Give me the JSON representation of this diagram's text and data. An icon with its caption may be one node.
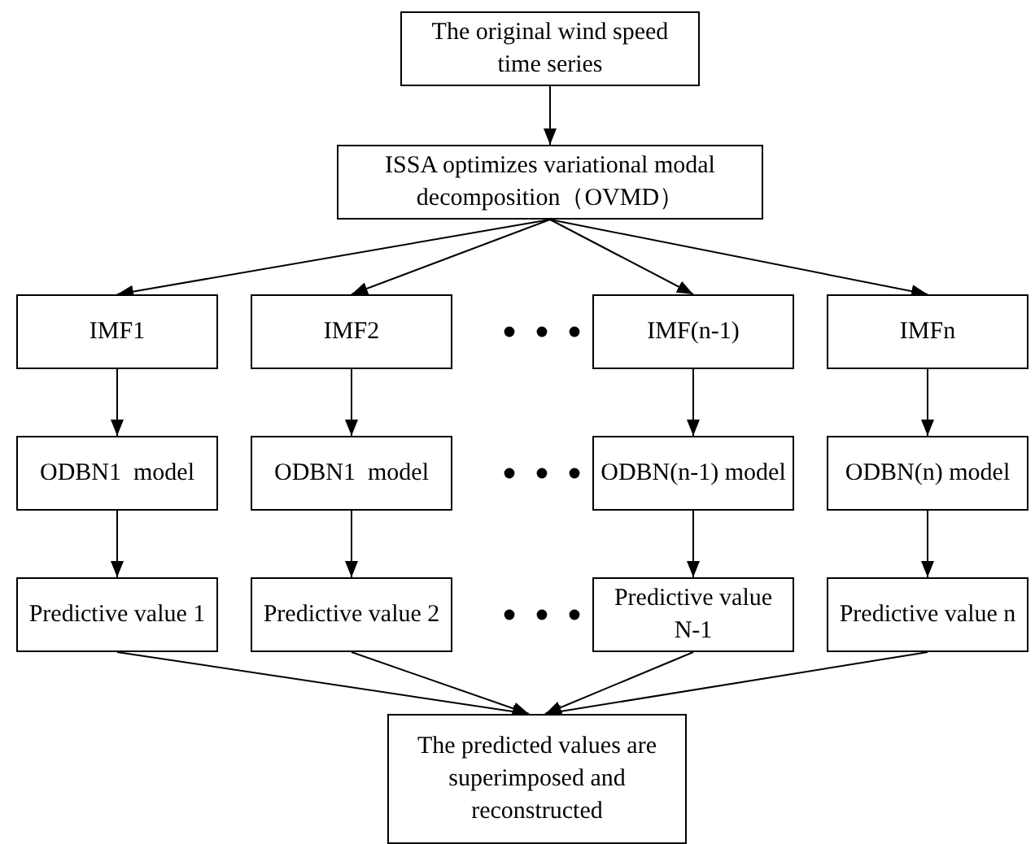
{
  "diagram": {
    "nodes": [
      {
        "text": [
          "The original wind speed time series"
        ]
      },
      {
        "text": [
          "ISSA optimizes variational modal decomposition（OVMD）"
        ]
      },
      {
        "text": [
          "IMF1"
        ]
      },
      {
        "text": [
          "IMF2"
        ]
      },
      {
        "text": [
          "IMF(n-1)"
        ]
      },
      {
        "text": [
          "IMFn"
        ]
      },
      {
        "text": [
          "ODBN1  model"
        ]
      },
      {
        "text": [
          "ODBN1  model"
        ]
      },
      {
        "text": [
          "ODBN(n-1) model"
        ]
      },
      {
        "text": [
          "ODBN(n) model"
        ]
      },
      {
        "text": [
          "Predictive value 1"
        ]
      },
      {
        "text": [
          "Predictive value 2"
        ]
      },
      {
        "text": [
          "Predictive value N-1"
        ]
      },
      {
        "text": [
          "Predictive value n"
        ]
      },
      {
        "text": [
          "The predicted values are superimposed and reconstructed"
        ]
      }
    ],
    "edges": [
      {
        "from": 0,
        "to": 1,
        "arrow": "to"
      },
      {
        "from": 1,
        "to": 2,
        "arrow": "to"
      },
      {
        "from": 1,
        "to": 3,
        "arrow": "to"
      },
      {
        "from": 1,
        "to": 4,
        "arrow": "to"
      },
      {
        "from": 1,
        "to": 5,
        "arrow": "to"
      },
      {
        "from": 2,
        "to": 6,
        "arrow": "to"
      },
      {
        "from": 3,
        "to": 7,
        "arrow": "to"
      },
      {
        "from": 4,
        "to": 8,
        "arrow": "to"
      },
      {
        "from": 5,
        "to": 9,
        "arrow": "to"
      },
      {
        "from": 6,
        "to": 10,
        "arrow": "to"
      },
      {
        "from": 7,
        "to": 11,
        "arrow": "to"
      },
      {
        "from": 8,
        "to": 12,
        "arrow": "to"
      },
      {
        "from": 9,
        "to": 13,
        "arrow": "to"
      },
      {
        "from": 10,
        "to": 14,
        "arrow": "to"
      },
      {
        "from": 11,
        "to": 14,
        "arrow": "to"
      },
      {
        "from": 12,
        "to": 14,
        "arrow": "to"
      },
      {
        "from": 13,
        "to": 14,
        "arrow": "to"
      }
    ]
  }
}
